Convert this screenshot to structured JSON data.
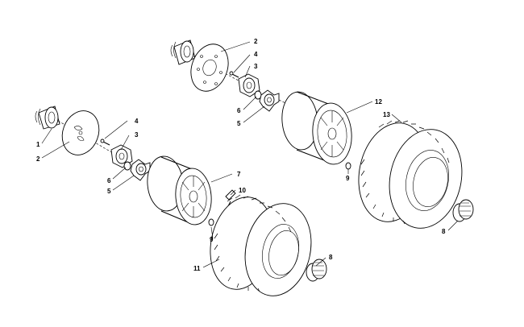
{
  "callouts": {
    "c1": "1",
    "c2a": "2",
    "c2b": "2",
    "c3a": "3",
    "c3b": "3",
    "c4a": "4",
    "c4b": "4",
    "c5a": "5",
    "c5b": "5",
    "c6a": "6",
    "c6b": "6",
    "c7": "7",
    "c8a": "8",
    "c8b": "8",
    "c9a": "9",
    "c9b": "9",
    "c10": "10",
    "c11": "11",
    "c12": "12",
    "c13": "13"
  }
}
